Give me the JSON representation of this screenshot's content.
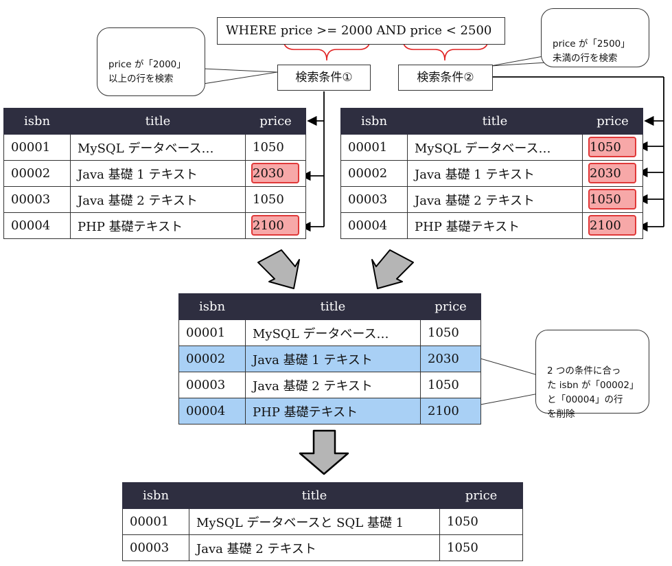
{
  "sql": "WHERE price >= 2000 AND price < 2500",
  "conditions": {
    "cond1": "検索条件①",
    "cond2": "検索条件②"
  },
  "callouts": {
    "c1": "price が「2000」\n以上の行を検索",
    "c2": "price が「2500」\n未満の行を検索",
    "c3": "2 つの条件に合っ\nた isbn が「00002」\nと「00004」の行\nを削除"
  },
  "headers": {
    "isbn": "isbn",
    "title": "title",
    "price": "price"
  },
  "table_left": {
    "rows": [
      {
        "isbn": "00001",
        "title": "MySQL データベース…",
        "price": "1050",
        "marked": false
      },
      {
        "isbn": "00002",
        "title": "Java 基礎 1 テキスト",
        "price": "2030",
        "marked": true
      },
      {
        "isbn": "00003",
        "title": "Java 基礎 2 テキスト",
        "price": "1050",
        "marked": false
      },
      {
        "isbn": "00004",
        "title": "PHP 基礎テキスト",
        "price": "2100",
        "marked": true
      }
    ]
  },
  "table_right": {
    "rows": [
      {
        "isbn": "00001",
        "title": "MySQL データベース…",
        "price": "1050",
        "marked": true
      },
      {
        "isbn": "00002",
        "title": "Java 基礎 1 テキスト",
        "price": "2030",
        "marked": true
      },
      {
        "isbn": "00003",
        "title": "Java 基礎 2 テキスト",
        "price": "1050",
        "marked": true
      },
      {
        "isbn": "00004",
        "title": "PHP 基礎テキスト",
        "price": "2100",
        "marked": true
      }
    ]
  },
  "table_middle": {
    "rows": [
      {
        "isbn": "00001",
        "title": "MySQL データベース…",
        "price": "1050",
        "highlighted": false
      },
      {
        "isbn": "00002",
        "title": "Java 基礎 1 テキスト",
        "price": "2030",
        "highlighted": true
      },
      {
        "isbn": "00003",
        "title": "Java 基礎 2 テキスト",
        "price": "1050",
        "highlighted": false
      },
      {
        "isbn": "00004",
        "title": "PHP 基礎テキスト",
        "price": "2100",
        "highlighted": true
      }
    ]
  },
  "table_result": {
    "rows": [
      {
        "isbn": "00001",
        "title": "MySQL データベースと SQL 基礎 1",
        "price": "1050"
      },
      {
        "isbn": "00003",
        "title": "Java 基礎 2 テキスト",
        "price": "1050"
      }
    ]
  },
  "colors": {
    "header_bg": "#2e2e40",
    "mark_fill": "#f7a8a8",
    "mark_border": "#e03838",
    "highlight_row": "#a9d0f5",
    "brace": "#e02020",
    "arrow_fill": "#b5b5b5"
  }
}
